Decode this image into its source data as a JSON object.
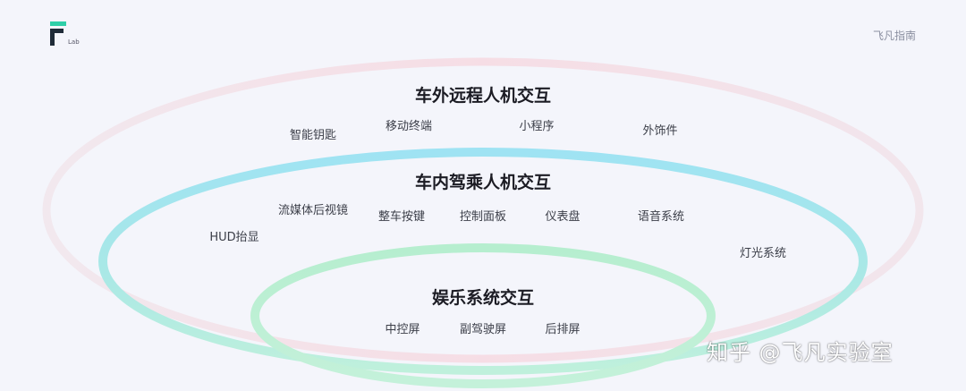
{
  "logo": {
    "lab_text": "Lab"
  },
  "brand": "飞凡指南",
  "rings": {
    "outer": {
      "title": "车外远程人机交互",
      "items": [
        "智能钥匙",
        "移动终端",
        "小程序",
        "外饰件"
      ]
    },
    "middle": {
      "title": "车内驾乘人机交互",
      "items": [
        "HUD抬显",
        "流媒体后视镜",
        "整车按键",
        "控制面板",
        "仪表盘",
        "语音系统",
        "灯光系统"
      ]
    },
    "inner": {
      "title": "娱乐系统交互",
      "items": [
        "中控屏",
        "副驾驶屏",
        "后排屏"
      ]
    }
  },
  "watermark": "知乎 @飞凡实验室",
  "colors": {
    "background": "#f4f5fb",
    "outer_ring": "#f3d6de",
    "middle_ring_start": "#9fe6f2",
    "middle_ring_end": "#b9ece0",
    "inner_ring": "#b3ecc8",
    "logo_accent": "#2fcfa8",
    "logo_dark": "#1f2b38"
  }
}
